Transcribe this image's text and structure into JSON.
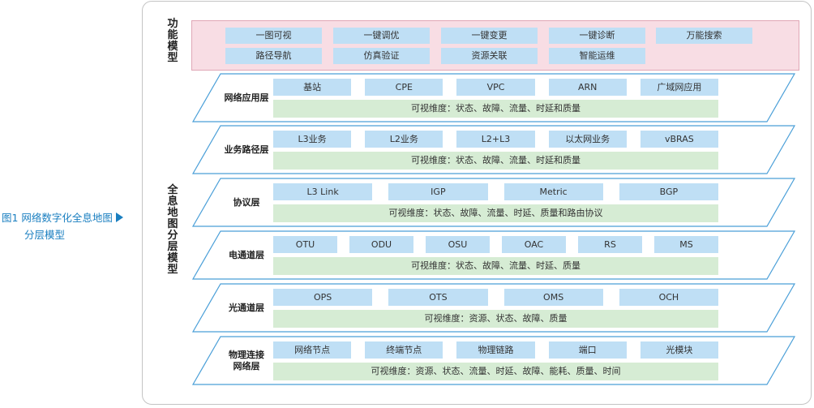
{
  "caption": {
    "line1": "图1  网络数字化全息地图",
    "line2": "分层模型"
  },
  "func_title": "功能模型",
  "holo_title": "全息地图分层模型",
  "func_items": [
    [
      "一图可视",
      "一键调优",
      "一键变更",
      "一键诊断",
      "万能搜索"
    ],
    [
      "路径导航",
      "仿真验证",
      "资源关联",
      "智能运维"
    ]
  ],
  "layers": [
    {
      "name": "网络应用层",
      "items": [
        "基站",
        "CPE",
        "VPC",
        "ARN",
        "广域网应用"
      ],
      "bar": "可视维度：状态、故障、流量、时延和质量"
    },
    {
      "name": "业务路径层",
      "items": [
        "L3业务",
        "L2业务",
        "L2+L3",
        "以太网业务",
        "vBRAS"
      ],
      "bar": "可视维度：状态、故障、流量、时延和质量"
    },
    {
      "name": "协议层",
      "items": [
        "L3 Link",
        "IGP",
        "Metric",
        "BGP"
      ],
      "bar": "可视维度：状态、故障、流量、时延、质量和路由协议"
    },
    {
      "name": "电通道层",
      "items": [
        "OTU",
        "ODU",
        "OSU",
        "OAC",
        "RS",
        "MS"
      ],
      "bar": "可视维度：状态、故障、流量、时延、质量"
    },
    {
      "name": "光通道层",
      "items": [
        "OPS",
        "OTS",
        "OMS",
        "OCH"
      ],
      "bar": "可视维度：资源、状态、故障、质量"
    },
    {
      "name": "物理连接\n网络层",
      "items": [
        "网络节点",
        "终端节点",
        "物理链路",
        "端口",
        "光模块"
      ],
      "bar": "可视维度：资源、状态、流量、时延、故障、能耗、质量、时间"
    }
  ]
}
